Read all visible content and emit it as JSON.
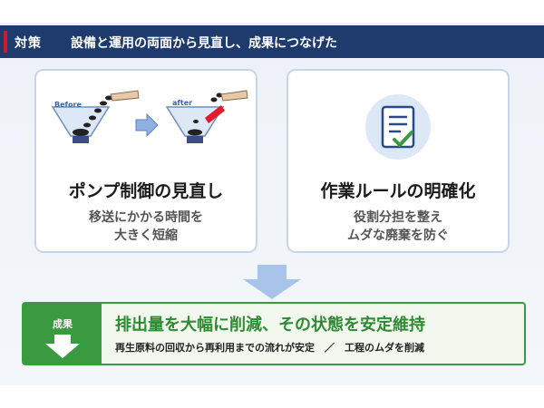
{
  "header": {
    "label": "対策",
    "title": "設備と運用の両面から見直し、成果につなげた"
  },
  "cards": [
    {
      "title": "ポンプ制御の見直し",
      "subtitle_line1": "移送にかかる時間を",
      "subtitle_line2": "大きく短縮",
      "before_label": "Before",
      "after_label": "after"
    },
    {
      "title": "作業ルールの明確化",
      "subtitle_line1": "役割分担を整え",
      "subtitle_line2": "ムダな廃棄を防ぐ",
      "icon": "checklist-icon"
    }
  ],
  "result": {
    "badge": "成果",
    "headline": "排出量を大幅に削減、その状態を安定維持",
    "description": "再生原料の回収から再利用までの流れが安定　／　工程のムダを削減"
  },
  "colors": {
    "header_bg": "#1f3b6e",
    "header_accent": "#d6172a",
    "card_border": "#c7d5ea",
    "arrow": "#8fb1e0",
    "result_green": "#3a9a3f",
    "result_text": "#2f8a33"
  }
}
